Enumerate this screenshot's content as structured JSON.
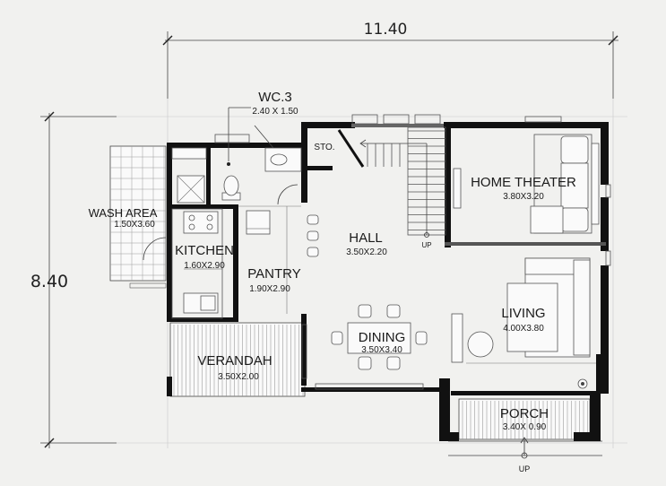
{
  "dimensions": {
    "overall_width": "11.40",
    "overall_depth": "8.40"
  },
  "rooms": [
    {
      "key": "wc3",
      "name": "WC.3",
      "size": "2.40 X 1.50"
    },
    {
      "key": "sto",
      "name": "STO.",
      "size": ""
    },
    {
      "key": "wash",
      "name": "WASH AREA",
      "size": "1.50X3.60"
    },
    {
      "key": "kitchen",
      "name": "KITCHEN",
      "size": "1.60X2.90"
    },
    {
      "key": "pantry",
      "name": "PANTRY",
      "size": "1.90X2.90"
    },
    {
      "key": "hall",
      "name": "HALL",
      "size": "3.50X2.20"
    },
    {
      "key": "theater",
      "name": "HOME THEATER",
      "size": "3.80X3.20"
    },
    {
      "key": "living",
      "name": "LIVING",
      "size": "4.00X3.80"
    },
    {
      "key": "dining",
      "name": "DINING",
      "size": "3.50X3.40"
    },
    {
      "key": "verandah",
      "name": "VERANDAH",
      "size": "3.50X2.00"
    },
    {
      "key": "porch",
      "name": "PORCH",
      "size": "3.40X 0.90"
    }
  ],
  "annotations": {
    "stair_up": "UP",
    "porch_up": "UP"
  }
}
